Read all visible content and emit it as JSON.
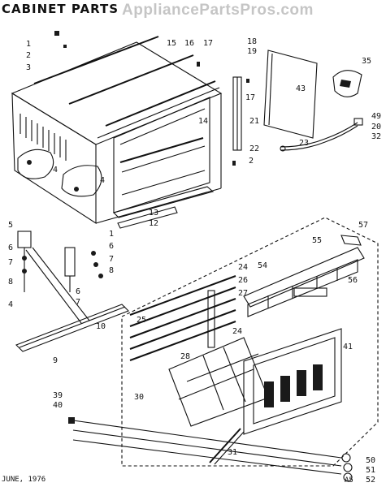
{
  "header": {
    "title": "CABINET PARTS",
    "watermark": "AppliancePartsPros.com"
  },
  "footer": {
    "date": "JUNE, 1976",
    "page": "A5"
  },
  "callouts": [
    "1",
    "2",
    "3",
    "15",
    "16",
    "17",
    "18",
    "19",
    "35",
    "43",
    "17",
    "14",
    "21",
    "22",
    "23",
    "49",
    "20",
    "32",
    "2",
    "4",
    "4",
    "13",
    "12",
    "5",
    "6",
    "7",
    "8",
    "4",
    "1",
    "6",
    "7",
    "8",
    "6",
    "7",
    "24",
    "26",
    "27",
    "25",
    "24",
    "28",
    "10",
    "9",
    "30",
    "39",
    "40",
    "41",
    "54",
    "55",
    "57",
    "56",
    "31",
    "50",
    "51",
    "52"
  ],
  "colors": {
    "ink": "#111111",
    "paper": "#ffffff"
  }
}
